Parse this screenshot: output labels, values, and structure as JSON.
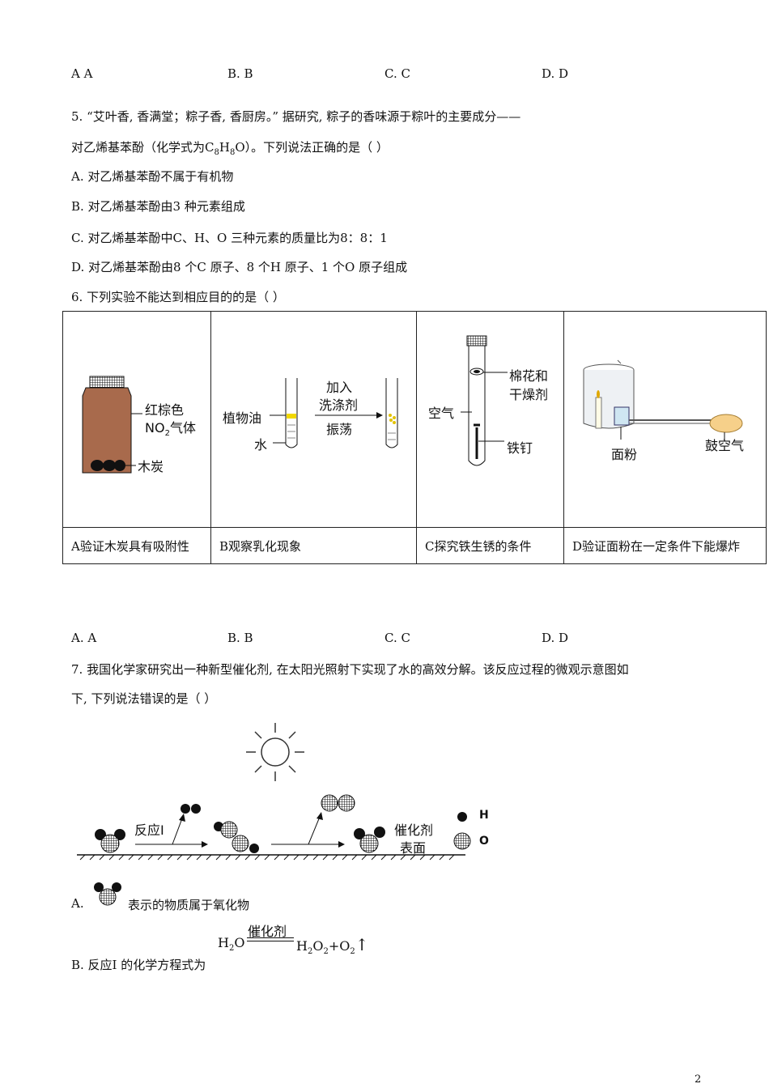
{
  "q4_options": [
    "A  A",
    "B.  B",
    "C.  C",
    "D.  D"
  ],
  "q5": {
    "line1": "5. “艾叶香, 香满堂；粽子香, 香厨房。” 据研究, 粽子的香味源于粽叶的主要成分——",
    "line2_pre": "对乙烯基苯酚（化学式为C",
    "line2_s1": "8",
    "line2_mid1": "H",
    "line2_s2": "8",
    "line2_post": "O）。下列说法正确的是（ ）",
    "a": "A. 对乙烯基苯酚不属于有机物",
    "b": "B. 对乙烯基苯酚由3 种元素组成",
    "c": "C. 对乙烯基苯酚中C、H、O 三种元素的质量比为8：8：1",
    "d": "D. 对乙烯基苯酚由8 个C 原子、8 个H 原子、1 个O 原子组成"
  },
  "q6": {
    "stem": "6. 下列实验不能达到相应目的的是（ ）",
    "fig_a": {
      "label1": "红棕色",
      "label2_pre": "NO",
      "label2_sub": "2",
      "label2_post": "气体",
      "label3": "木炭"
    },
    "fig_b": {
      "oil": "植物油",
      "water": "水",
      "add": "加入",
      "detergent": "洗涤剂",
      "shake": "振荡"
    },
    "fig_c": {
      "cotton1": "棉花和",
      "cotton2": "干燥剂",
      "air": "空气",
      "nail": "铁钉"
    },
    "fig_d": {
      "flour": "面粉",
      "blow": "鼓空气"
    },
    "captions": [
      "A验证木炭具有吸附性",
      "B观察乳化现象",
      "C探究铁生锈的条件",
      "D验证面粉在一定条件下能爆炸"
    ],
    "options": [
      "A.  A",
      "B.  B",
      "C.  C",
      "D.  D"
    ]
  },
  "q7": {
    "line1": "7. 我国化学家研究出一种新型催化剂, 在太阳光照射下实现了水的高效分解。该反应过程的微观示意图如",
    "line2": "下, 下列说法错误的是（ ）",
    "fig": {
      "reaction": "反应I",
      "catalyst1": "催化剂",
      "catalyst2": "表面",
      "h": "H",
      "o": "O"
    },
    "a_pre": "A.",
    "a_post": "表示的物质属于氧化物",
    "b": "B. 反应I 的化学方程式为",
    "eq": {
      "catalyst": "催化剂",
      "lhs_h": "H",
      "lhs_2": "2",
      "lhs_o": "O",
      "rhs1_h": "H",
      "rhs1_2a": "2",
      "rhs1_o": "O",
      "rhs1_2b": "2",
      "plus": "+O",
      "rhs2_2": "2",
      "arrow": "↑"
    }
  },
  "page_number": "2"
}
